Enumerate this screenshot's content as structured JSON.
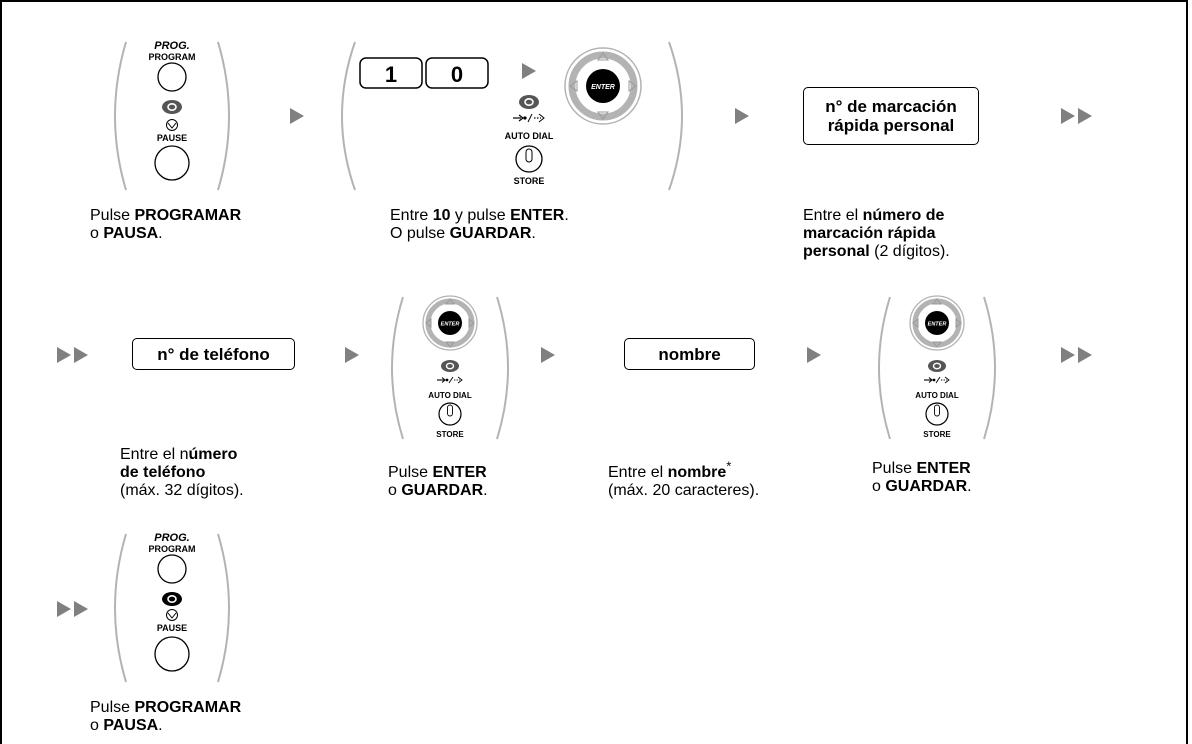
{
  "keys": {
    "prog_top": "PROG.",
    "program": "PROGRAM",
    "pause": "PAUSE",
    "auto_dial": "AUTO DIAL",
    "store": "STORE",
    "enter": "ENTER",
    "digit_1": "1",
    "digit_0": "0"
  },
  "boxes": {
    "speed_dial_line1": "n° de marcación",
    "speed_dial_line2": "rápida personal",
    "phone_number": "n° de teléfono",
    "name": "nombre"
  },
  "captions": {
    "step1": {
      "l1a": "Pulse ",
      "l1b": "PROGRAMAR",
      "l2a": "o ",
      "l2b": "PAUSA",
      "l2c": "."
    },
    "step2": {
      "l1a": "Entre ",
      "l1b": "10",
      "l1c": " y pulse ",
      "l1d": "ENTER",
      "l1e": ".",
      "l2a": "O pulse ",
      "l2b": "GUARDAR",
      "l2c": "."
    },
    "step3": {
      "l1a": "Entre el ",
      "l1b": "número de",
      "l2": "marcación rápida",
      "l3a": "personal",
      "l3b": " (2 dígitos)."
    },
    "step4": {
      "l1a": "Entre el n",
      "l1b": "úmero",
      "l2": "de teléfono",
      "l3": "(máx. 32 dígitos)."
    },
    "step5": {
      "l1a": "Pulse ",
      "l1b": "ENTER",
      "l2a": "o ",
      "l2b": "GUARDAR",
      "l2c": "."
    },
    "step6": {
      "l1a": "Entre el ",
      "l1b": "nombre",
      "l1c": "*",
      "l2": "(máx. 20 caracteres)."
    },
    "step7": {
      "l1a": "Pulse ",
      "l1b": "ENTER",
      "l2a": "o ",
      "l2b": "GUARDAR",
      "l2c": "."
    },
    "step8": {
      "l1a": "Pulse ",
      "l1b": "PROGRAMAR",
      "l2a": "o ",
      "l2b": "PAUSA",
      "l2c": "."
    }
  },
  "colors": {
    "arrow": "#808080",
    "dial_ring": "#b3b3b3",
    "ink": "#000000"
  }
}
